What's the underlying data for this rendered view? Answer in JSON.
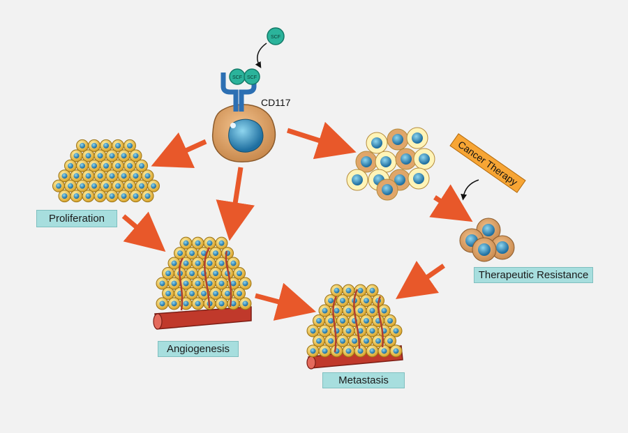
{
  "ligand": {
    "free_label": "SCF",
    "bound_labels": [
      "SCF",
      "SCF"
    ]
  },
  "receptor": {
    "label": "CD117"
  },
  "treatment": {
    "label": "Cancer Therapy"
  },
  "outcomes": {
    "proliferation": "Proliferation",
    "angiogenesis": "Angiogenesis",
    "metastasis": "Metastasis",
    "resistance": "Therapeutic Resistance"
  },
  "colors": {
    "background": "#f2f2f2",
    "arrow": "#e8582a",
    "label_box": "#a7dede",
    "cell_body": "#e0a66a",
    "nucleus": "#3aa0c8",
    "tumor_cell": "#f1c94a",
    "ligand": "#2bb39b",
    "receptor": "#2c6fb3",
    "vessel": "#c0392b",
    "therapy_tag": "#f7a534"
  }
}
